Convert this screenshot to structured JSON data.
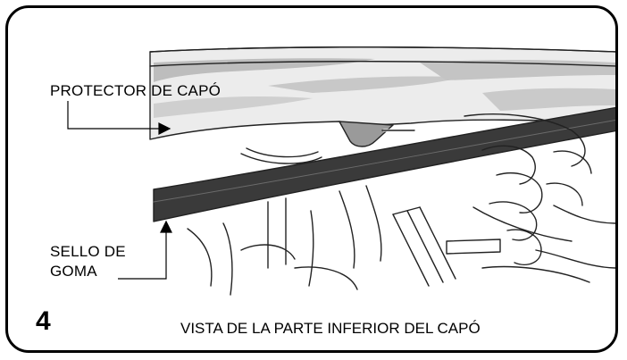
{
  "labels": {
    "protector": "PROTECTOR DE CAPÓ",
    "sello_line1": "SELLO DE",
    "sello_line2": "GOMA"
  },
  "step_number": "4",
  "caption": "VISTA DE LA PARTE INFERIOR DEL CAPÓ",
  "colors": {
    "frame": "#000000",
    "rubber_seal": "#3a3a3a",
    "protector_shade": "#bfbfbf",
    "line_art": "#222222"
  }
}
